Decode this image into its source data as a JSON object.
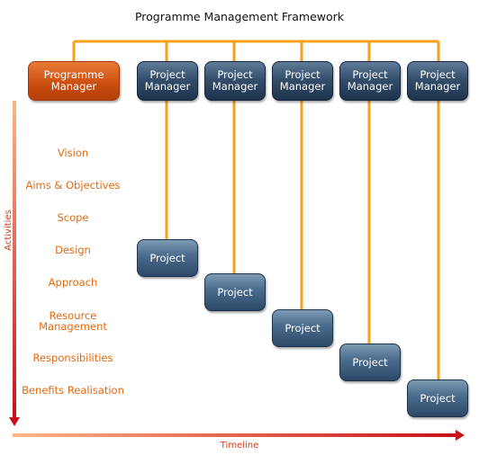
{
  "title": "Programme Management Framework",
  "programme_manager": "Programme\nManager",
  "project_managers": [
    "Project\nManager",
    "Project\nManager",
    "Project\nManager",
    "Project\nManager",
    "Project\nManager"
  ],
  "projects": [
    "Project",
    "Project",
    "Project",
    "Project",
    "Project"
  ],
  "activities": [
    "Vision",
    "Aims & Objectives",
    "Scope",
    "Design",
    "Approach",
    "Resource\nManagement",
    "Responsibilities",
    "Benefits Realisation"
  ],
  "axes": {
    "vertical_label": "Activities",
    "horizontal_label": "Timeline"
  },
  "colors": {
    "connector": "#f5a11c",
    "programme_manager": "#c94c0e",
    "manager_box": "#2a4260",
    "project_box": "#3d5c7c",
    "activity_text": "#e06a12",
    "axis": "#d63a12"
  }
}
